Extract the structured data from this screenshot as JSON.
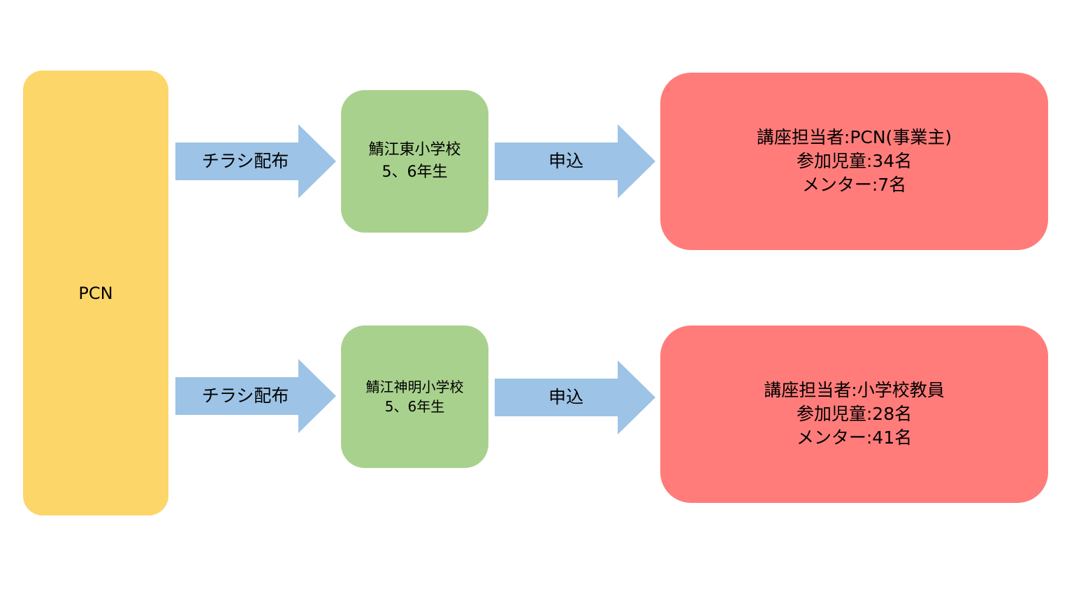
{
  "colors": {
    "pcn": "#fcd669",
    "school": "#a9d18e",
    "result": "#ff7c7a",
    "arrow": "#9dc3e6"
  },
  "pcn": {
    "label": "PCN"
  },
  "rows": [
    {
      "flyer_label": "チラシ配布",
      "school": {
        "name": "鯖江東小学校",
        "grade": "5、6年生"
      },
      "apply_label": "申込",
      "result": {
        "line1": "講座担当者:PCN(事業主)",
        "line2": "参加児童:34名",
        "line3": "メンター:7名"
      }
    },
    {
      "flyer_label": "チラシ配布",
      "school": {
        "name": "鯖江神明小学校",
        "grade": "5、6年生"
      },
      "apply_label": "申込",
      "result": {
        "line1": "講座担当者:小学校教員",
        "line2": "参加児童:28名",
        "line3": "メンター:41名"
      }
    }
  ]
}
